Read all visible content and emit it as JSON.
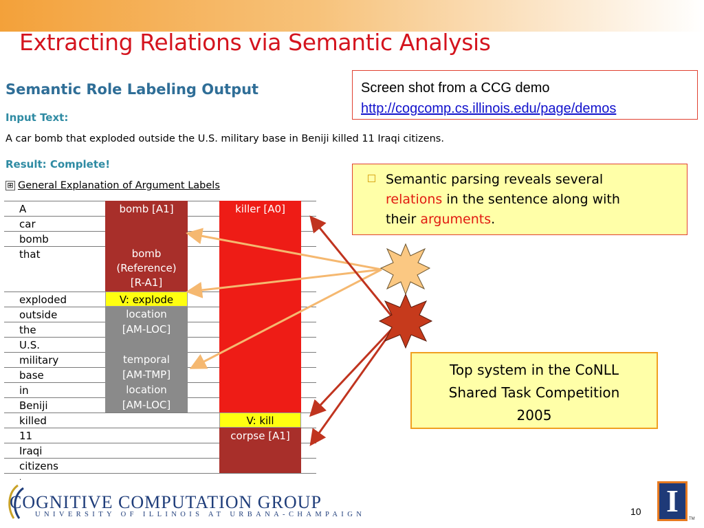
{
  "slide": {
    "title": "Extracting Relations via Semantic Analysis",
    "page_number": "10"
  },
  "srl": {
    "heading": "Semantic Role Labeling Output",
    "input_label": "Input Text:",
    "input_text": "A car bomb that exploded outside the U.S. military base in Beniji killed 11 Iraqi citizens.",
    "result_label": "Result: Complete!",
    "toggle_symbol": "⊞",
    "explanation_link": "General Explanation of Argument Labels",
    "words": [
      "A",
      "car",
      "bomb",
      "that",
      "exploded",
      "outside",
      "the",
      "U.S.",
      "military",
      "base",
      "in",
      "Beniji",
      "killed",
      "11",
      "Iraqi",
      "citizens",
      "."
    ],
    "col1": {
      "bomb_a1": "bomb [A1]",
      "ref_line1": "bomb",
      "ref_line2": "(Reference)",
      "ref_line3": "[R-A1]",
      "verb": "V: explode",
      "loc1_line1": "location",
      "loc1_line2": "[AM-LOC]",
      "tmp_line1": "temporal",
      "tmp_line2": "[AM-TMP]",
      "loc2_line1": "location",
      "loc2_line2": "[AM-LOC]"
    },
    "col2": {
      "killer": "killer [A0]",
      "verb": "V: kill",
      "corpse": "corpse [A1]"
    }
  },
  "demo_box": {
    "line1": "Screen shot from a CCG demo",
    "link": "http://cogcomp.cs.illinois.edu/page/demos"
  },
  "semantic_box": {
    "part1": "Semantic parsing reveals  several",
    "hl1": "relations",
    "part2": " in the sentence along with",
    "part3": "their ",
    "hl2": "arguments",
    "part4": "."
  },
  "top_box": {
    "line1": "Top system in the CoNLL",
    "line2": "Shared Task Competition",
    "line3": "2005"
  },
  "footer": {
    "logo_main": "COGNITIVE COMPUTATION GROUP",
    "logo_sub": "UNIVERSITY OF ILLINOIS AT URBANA-CHAMPAIGN",
    "ui_letter": "I",
    "tm": "TM"
  },
  "colors": {
    "title_red": "#d4141e",
    "arg_dark_red": "#a82f2a",
    "arg_red": "#ee1c16",
    "verb_yellow": "#ffff10",
    "modifier_gray": "#8a8a8a",
    "arrow_orange": "#f5b870",
    "arrow_red": "#c0341f"
  }
}
